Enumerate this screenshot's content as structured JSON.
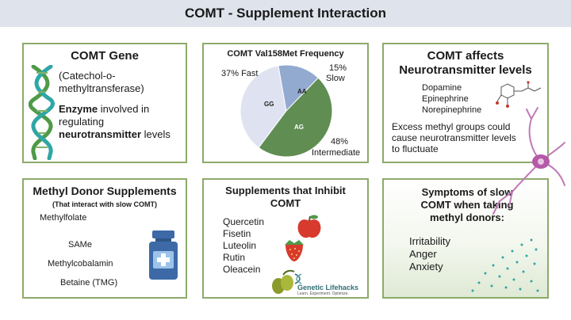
{
  "title": "COMT - Supplement Interaction",
  "colors": {
    "panel_border": "#8daa6a",
    "title_bar": "#dfe4ec",
    "pie_gg": "#dfe3f1",
    "pie_aa": "#93aad0",
    "pie_ag": "#5f8d52",
    "helix_green": "#4f9a48",
    "helix_teal": "#2fa6a6",
    "bottle": "#3d6aa7",
    "logo": "#2f6f74"
  },
  "gene_panel": {
    "title": "COMT Gene",
    "fullname": "(Catechol-o-methyltransferase)",
    "desc_bold1": "Enzyme",
    "desc_mid": " involved in regulating ",
    "desc_bold2": "neurotransmitter",
    "desc_end": " levels",
    "icon": "dna-helix-icon"
  },
  "frequency_panel": {
    "title": "COMT Val158Met  Frequency",
    "chart_data": {
      "type": "pie",
      "title": "COMT Val158Met  Frequency",
      "slices": [
        {
          "genotype": "GG",
          "label": "37% Fast",
          "value": 37
        },
        {
          "genotype": "AA",
          "label": "15% Slow",
          "value": 15
        },
        {
          "genotype": "AG",
          "label": "48% Intermediate",
          "value": 48
        }
      ]
    },
    "label_fast": "37% Fast",
    "label_slow_pct": "15%",
    "label_slow": "Slow",
    "label_inter_pct": "48%",
    "label_inter": "Intermediate",
    "gg": "GG",
    "aa": "AA",
    "ag": "AG"
  },
  "neuro_panel": {
    "title_line1": "COMT affects",
    "title_line2": "Neurotransmitter levels",
    "items": [
      "Dopamine",
      "Epinephrine",
      "Norepinephrine"
    ],
    "note": "Excess methyl groups could cause neurotransmitter levels to fluctuate",
    "icon": "molecule-structure-icon"
  },
  "methyl_panel": {
    "title": "Methyl Donor Supplements",
    "subtitle": "(That interact with slow COMT)",
    "items": [
      "Methylfolate",
      "SAMe",
      "Methylcobalamin",
      "Betaine (TMG)"
    ],
    "icon": "supplement-bottle-icon"
  },
  "inhibit_panel": {
    "title_line1": "Supplements that Inhibit",
    "title_line2": "COMT",
    "items": [
      "Quercetin",
      "Fisetin",
      "Luteolin",
      "Rutin",
      "Oleacein"
    ],
    "logo_text": "Genetic Lifehacks",
    "logo_tag": "Learn. Experiment. Optimize."
  },
  "symptoms_panel": {
    "title_line1": "Symptoms of slow",
    "title_line2": "COMT when taking",
    "title_line3": "methyl donors:",
    "items": [
      "Irritability",
      "Anger",
      "Anxiety"
    ],
    "icon": "neuron-icon"
  }
}
